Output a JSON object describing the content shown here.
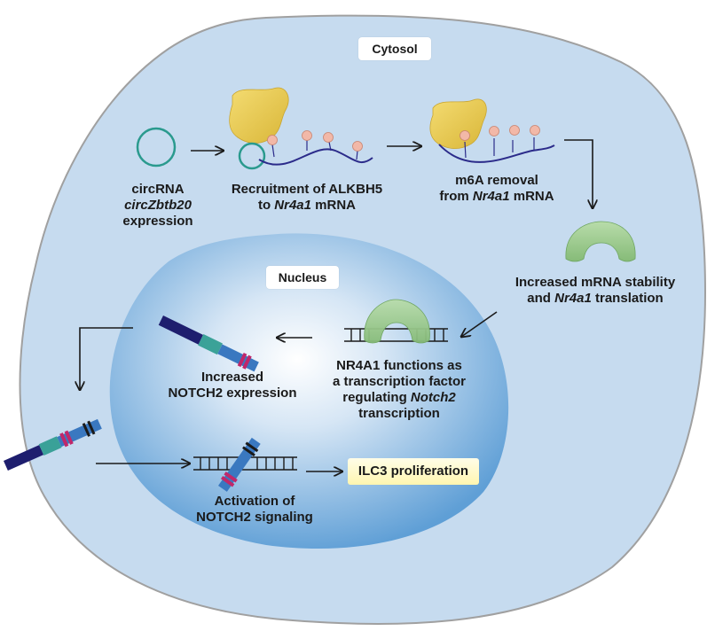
{
  "compartments": {
    "cytosol": "Cytosol",
    "nucleus": "Nucleus"
  },
  "steps": {
    "circ_line1": "circRNA",
    "circ_line2": "circZbtb20",
    "circ_line3": "expression",
    "recruit_line1": "Recruitment of ALKBH5",
    "recruit_line2_pre": "to ",
    "recruit_line2_gene": "Nr4a1",
    "recruit_line2_post": " mRNA",
    "m6a_line1": "m6A removal",
    "m6a_line2_pre": "from ",
    "m6a_line2_gene": "Nr4a1",
    "m6a_line2_post": " mRNA",
    "stab_line1": "Increased mRNA stability",
    "stab_line2_pre": "and ",
    "stab_line2_gene": "Nr4a1",
    "stab_line2_post": " translation",
    "tf_line1": "NR4A1 functions as",
    "tf_line2": "a transcription factor",
    "tf_line3_pre": "regulating ",
    "tf_line3_gene": "Notch2",
    "tf_line4": "transcription",
    "notch_line1": "Increased",
    "notch_line2": "NOTCH2 expression",
    "act_line1": "Activation of",
    "act_line2": "NOTCH2 signaling",
    "outcome": "ILC3 proliferation"
  },
  "colors": {
    "cell_fill": "#c6dbef",
    "cell_border": "#a0a0a0",
    "nucleus_center": "#ffffff",
    "nucleus_edge": "#5f9fd6",
    "alkbh5": "#e8c94a",
    "nr4a1_protein": "#9ccb8e",
    "circrna": "#2a9a8e",
    "mrna": "#2b2b8a",
    "m6a_dot": "#f2b8a8",
    "notch_dark": "#1e1e6e",
    "notch_light": "#3a78c0",
    "outcome_box": "#fff6b0"
  }
}
